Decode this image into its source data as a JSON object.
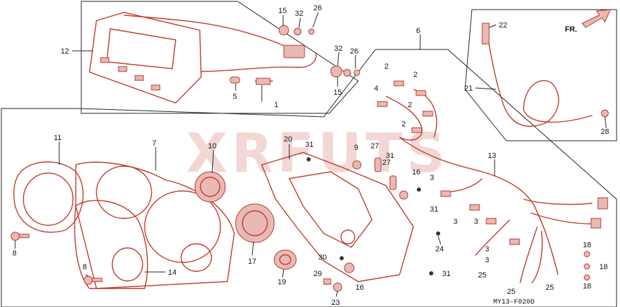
{
  "watermark": "XRFUTS",
  "diagram_code": "MY13-F020D",
  "direction_label": "FR.",
  "callouts": [
    {
      "id": "c-15a",
      "text": "15"
    },
    {
      "id": "c-32a",
      "text": "32"
    },
    {
      "id": "c-26a",
      "text": "26"
    },
    {
      "id": "c-12",
      "text": "12"
    },
    {
      "id": "c-32b",
      "text": "32"
    },
    {
      "id": "c-26b",
      "text": "26"
    },
    {
      "id": "c-15b",
      "text": "15"
    },
    {
      "id": "c-5",
      "text": "5"
    },
    {
      "id": "c-1",
      "text": "1"
    },
    {
      "id": "c-6",
      "text": "6"
    },
    {
      "id": "c-2a",
      "text": "2"
    },
    {
      "id": "c-2b",
      "text": "2"
    },
    {
      "id": "c-4",
      "text": "4"
    },
    {
      "id": "c-2c",
      "text": "2"
    },
    {
      "id": "c-2d",
      "text": "2"
    },
    {
      "id": "c-22",
      "text": "22"
    },
    {
      "id": "c-21",
      "text": "21"
    },
    {
      "id": "c-28",
      "text": "28"
    },
    {
      "id": "c-11",
      "text": "11"
    },
    {
      "id": "c-7",
      "text": "7"
    },
    {
      "id": "c-10",
      "text": "10"
    },
    {
      "id": "c-20",
      "text": "20"
    },
    {
      "id": "c-31a",
      "text": "31"
    },
    {
      "id": "c-9",
      "text": "9"
    },
    {
      "id": "c-27a",
      "text": "27"
    },
    {
      "id": "c-31b",
      "text": "31"
    },
    {
      "id": "c-27b",
      "text": "27"
    },
    {
      "id": "c-16a",
      "text": "16"
    },
    {
      "id": "c-13",
      "text": "13"
    },
    {
      "id": "c-3a",
      "text": "3"
    },
    {
      "id": "c-31c",
      "text": "31"
    },
    {
      "id": "c-3b",
      "text": "3"
    },
    {
      "id": "c-3c",
      "text": "3"
    },
    {
      "id": "c-8a",
      "text": "8"
    },
    {
      "id": "c-17",
      "text": "17"
    },
    {
      "id": "c-24",
      "text": "24"
    },
    {
      "id": "c-3d",
      "text": "3"
    },
    {
      "id": "c-18a",
      "text": "18"
    },
    {
      "id": "c-18b",
      "text": "18"
    },
    {
      "id": "c-18c",
      "text": "18"
    },
    {
      "id": "c-3e",
      "text": "3"
    },
    {
      "id": "c-30",
      "text": "30"
    },
    {
      "id": "c-8b",
      "text": "8"
    },
    {
      "id": "c-14",
      "text": "14"
    },
    {
      "id": "c-19",
      "text": "19"
    },
    {
      "id": "c-29",
      "text": "29"
    },
    {
      "id": "c-16b",
      "text": "16"
    },
    {
      "id": "c-31d",
      "text": "31"
    },
    {
      "id": "c-25a",
      "text": "25"
    },
    {
      "id": "c-25b",
      "text": "25"
    },
    {
      "id": "c-25c",
      "text": "25"
    },
    {
      "id": "c-23",
      "text": "23"
    }
  ]
}
